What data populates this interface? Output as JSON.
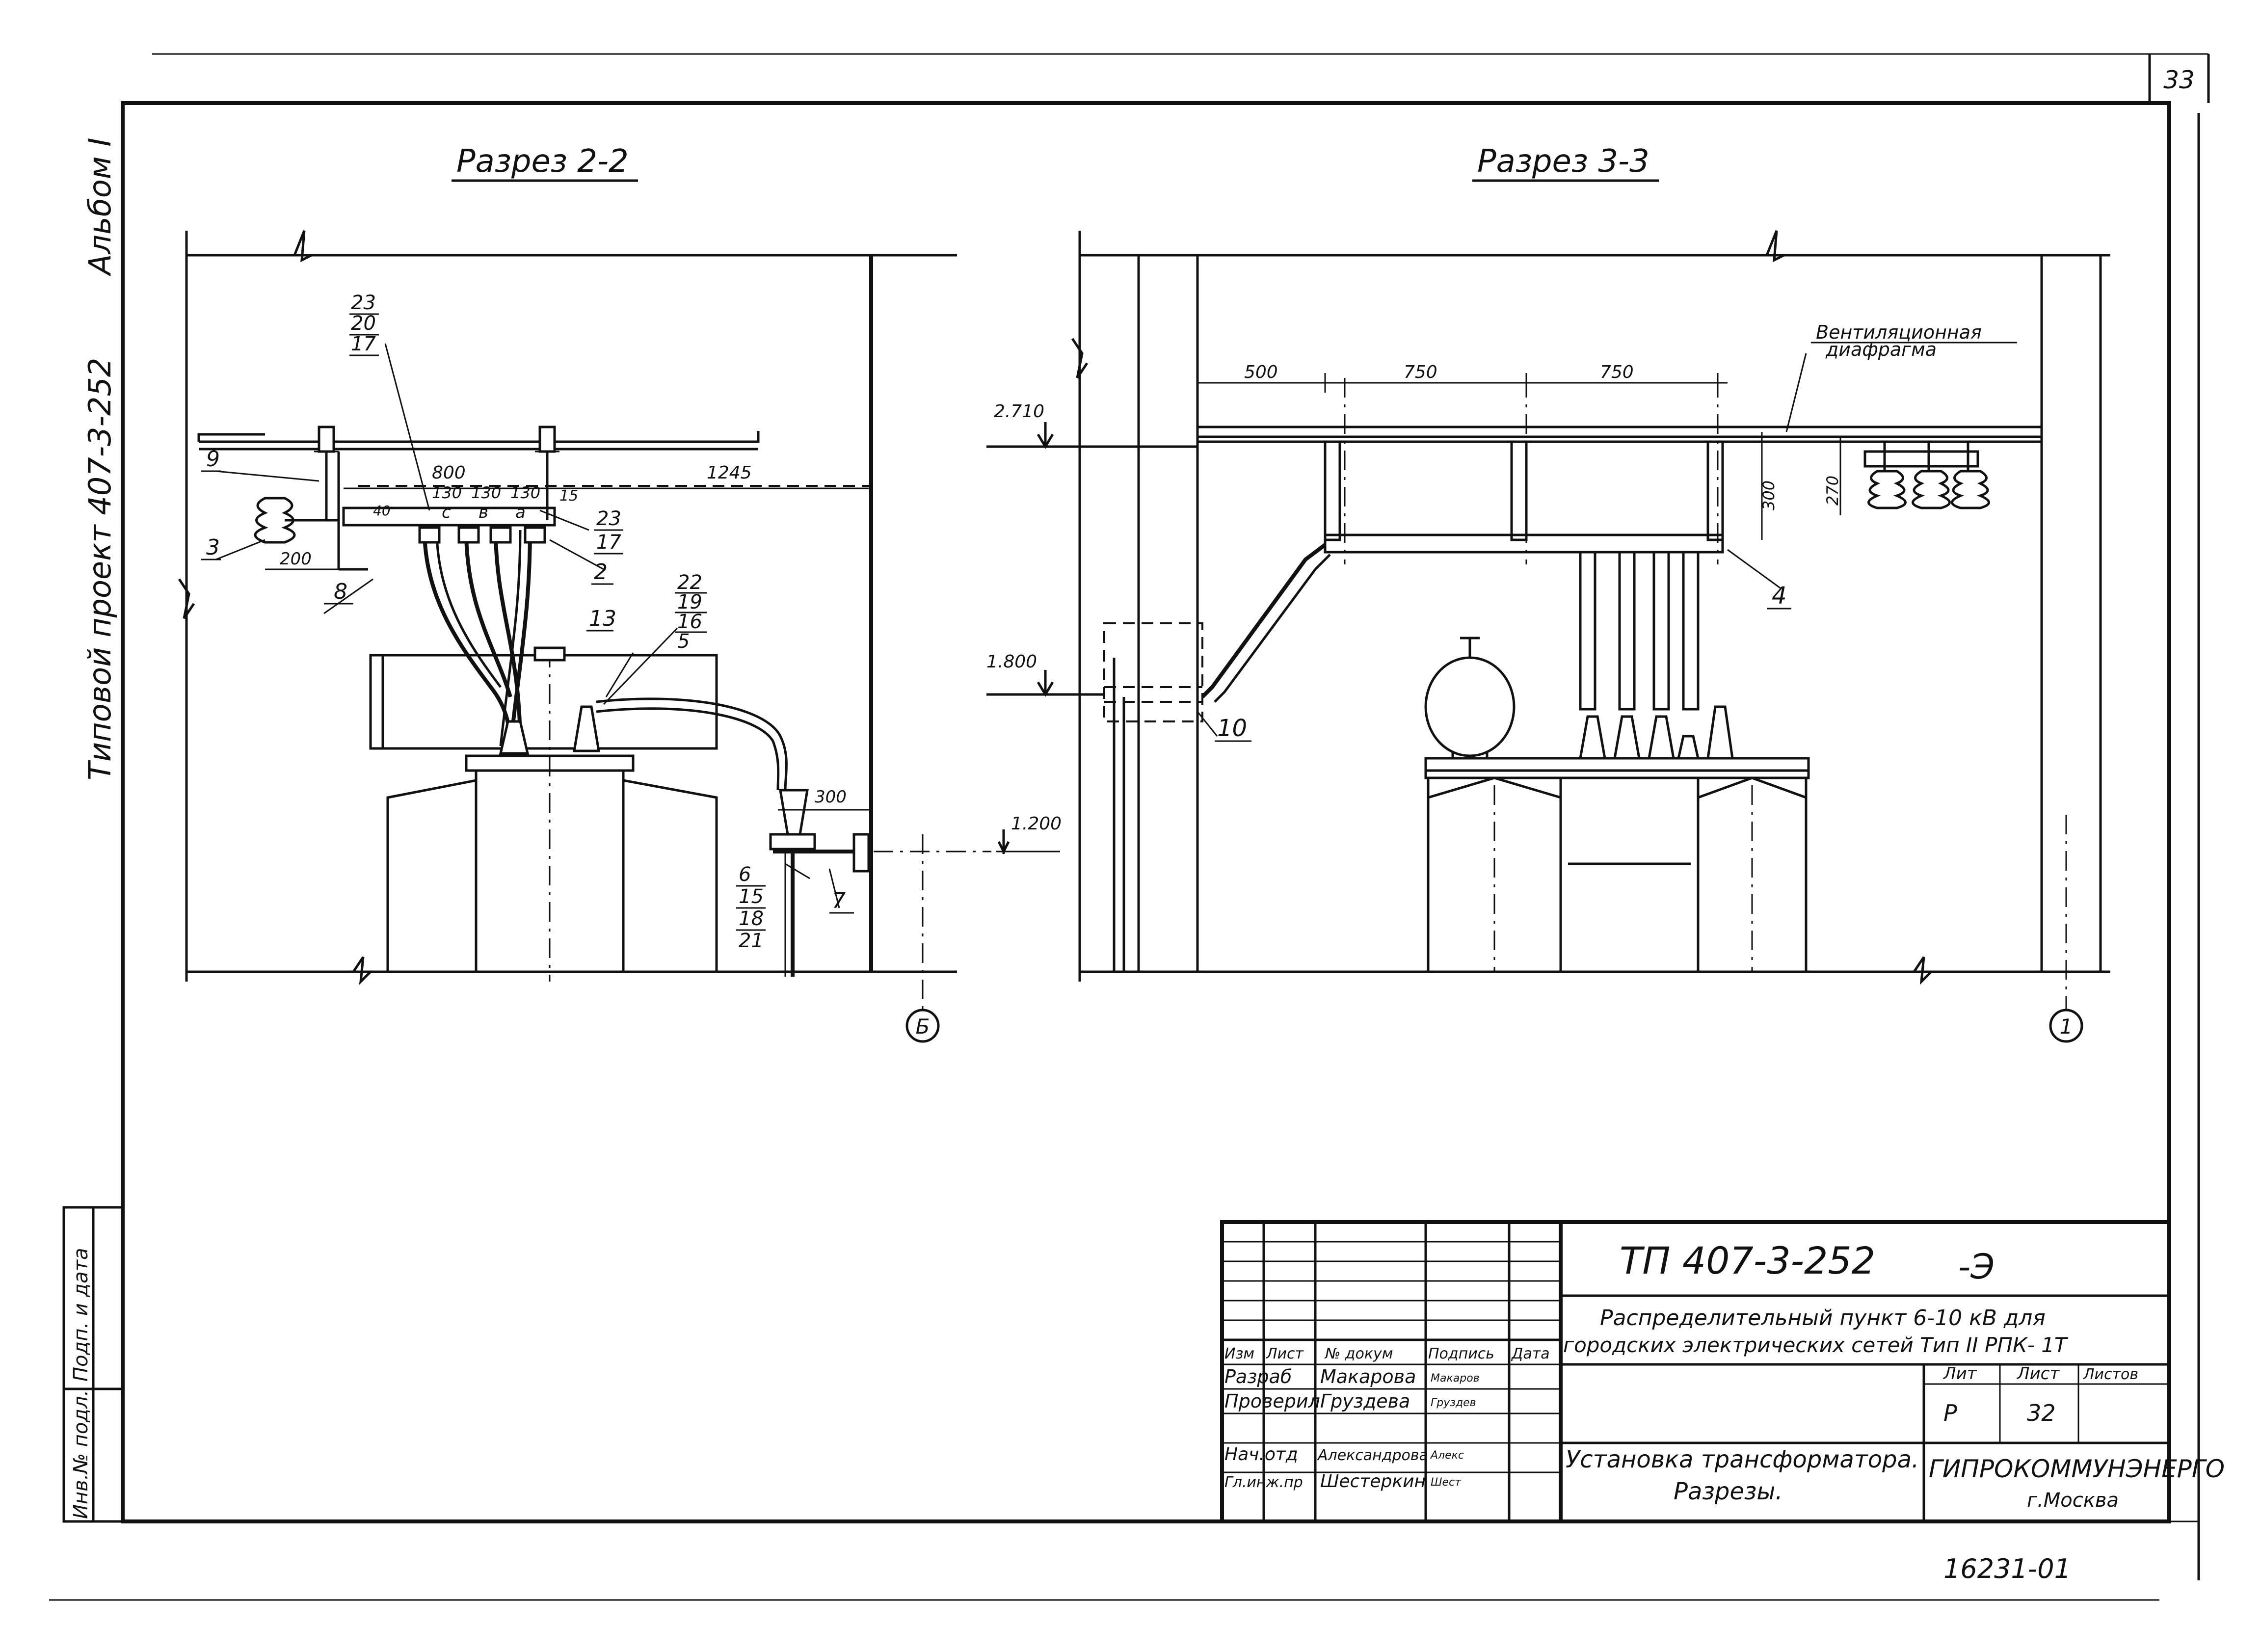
{
  "sheet": {
    "page_number": "33",
    "album": "Альбом I",
    "project": "Типовой проект 407-3-252",
    "archive_number": "16231-01"
  },
  "left_stamp": {
    "cells": [
      "Инв.№ подл.",
      "Подп. и дата"
    ]
  },
  "section_2_2": {
    "title": "Разрез 2-2",
    "dimensions": {
      "d800": "800",
      "d1245": "1245",
      "d130a": "130",
      "d130b": "130",
      "d130c": "130",
      "d15": "15",
      "d200": "200",
      "d300": "300",
      "d40": "40",
      "phase_c": "с",
      "phase_b": "в",
      "phase_a": "а"
    },
    "level": "1.200",
    "callouts": {
      "stack_top": [
        "23",
        "20",
        "17"
      ],
      "stack_right": [
        "23",
        "17"
      ],
      "stack_right2": [
        "22",
        "19",
        "16",
        "5"
      ],
      "stack_bottom": [
        "6",
        "15",
        "18",
        "21"
      ],
      "c9": "9",
      "c3": "3",
      "c8": "8",
      "c2": "2",
      "c13": "13",
      "c7": "7"
    },
    "axis": "Б"
  },
  "section_3_3": {
    "title": "Разрез 3-3",
    "note": [
      "Вентиляционная",
      "диафрагма"
    ],
    "dimensions": {
      "d500": "500",
      "d750a": "750",
      "d750b": "750",
      "d300": "300",
      "d270": "270"
    },
    "levels": {
      "upper": "2.710",
      "lower": "1.800"
    },
    "callouts": {
      "c4": "4",
      "c10": "10"
    },
    "axis": "1"
  },
  "title_block": {
    "code": "ТП 407-3-252",
    "suffix": "-Э",
    "description": "Распределительный пункт 6-10 кВ для городских электрических сетей Тип II РПК-1Т",
    "description_lines": [
      "Распределительный пункт 6-10 кВ для",
      "городских электрических сетей Тип II РПК- 1Т"
    ],
    "headers": [
      "Изм",
      "Лист",
      "№ докум",
      "Подпись",
      "Дата"
    ],
    "roles": [
      {
        "role": "Разраб",
        "name": "Макарова",
        "sign": "Макаров"
      },
      {
        "role": "Проверил",
        "name": "Груздева",
        "sign": "Груздев"
      },
      {
        "role": "Нач.отд",
        "name": "Александрова",
        "sign": "Алекс"
      },
      {
        "role": "Гл.инж.пр",
        "name": "Шестеркин",
        "sign": "Шест"
      }
    ],
    "stage_headers": [
      "Лит",
      "Лист",
      "Листов"
    ],
    "stage": "Р",
    "sheet": "32",
    "drawing_title_lines": [
      "Установка трансформатора.",
      "Разрезы."
    ],
    "organization": "ГИПРОКОММУНЭНЕРГО",
    "city": "г.Москва"
  }
}
